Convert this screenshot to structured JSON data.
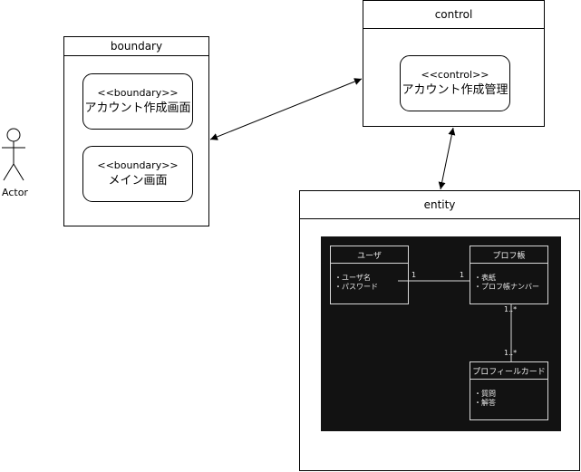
{
  "actor": {
    "label": "Actor"
  },
  "boundary": {
    "title": "boundary",
    "items": [
      {
        "stereotype": "<<boundary>>",
        "name": "アカウント作成画面"
      },
      {
        "stereotype": "<<boundary>>",
        "name": "メイン画面"
      }
    ]
  },
  "control": {
    "title": "control",
    "item": {
      "stereotype": "<<control>>",
      "name": "アカウント作成管理"
    }
  },
  "entity": {
    "title": "entity",
    "classes": {
      "user": {
        "name": "ユーザ",
        "attributes": [
          "・ユーザ名",
          "・パスワード"
        ]
      },
      "profile": {
        "name": "プロフ帳",
        "attributes": [
          "・表紙",
          "・プロフ帳ナンバー"
        ]
      },
      "card": {
        "name": "プロフィールカード",
        "attributes": [
          "・質問",
          "・解答"
        ]
      }
    },
    "associations": {
      "user_profile": {
        "left": "1",
        "right": "1"
      },
      "profile_card": {
        "top": "1..*",
        "bottom": "1..*"
      }
    }
  },
  "colors": {
    "stroke": "#000000",
    "panel_bg": "#121212",
    "panel_fg": "#eaeaea"
  }
}
